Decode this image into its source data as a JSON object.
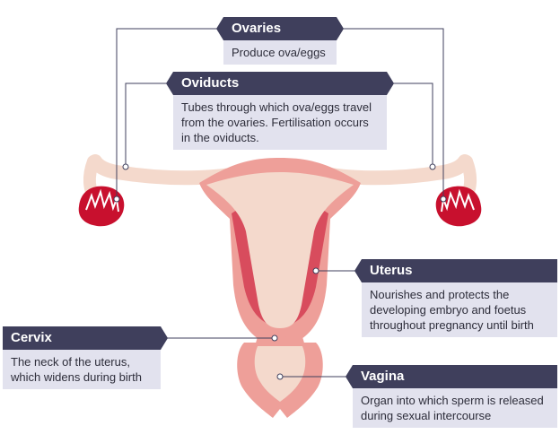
{
  "labels": {
    "ovaries": {
      "title": "Ovaries",
      "description": "Produce ova/eggs"
    },
    "oviducts": {
      "title": "Oviducts",
      "description": "Tubes through which ova/eggs travel from the ovaries. Fertilisation occurs in the oviducts."
    },
    "uterus": {
      "title": "Uterus",
      "description": "Nourishes and protects the developing embryo and foetus throughout pregnancy until birth"
    },
    "cervix": {
      "title": "Cervix",
      "description": "The neck of the uterus, which widens during birth"
    },
    "vagina": {
      "title": "Vagina",
      "description": "Organ into which sperm is released during sexual intercourse"
    }
  },
  "colors": {
    "tissue_light": "#f4d9cc",
    "tissue_mid": "#ee9f99",
    "tissue_dark": "#d84c5d",
    "ovary": "#c8102e",
    "label_title_bg": "#3f3f5c",
    "label_desc_bg": "#e2e2ee",
    "leader_line": "#3f3f5c"
  }
}
